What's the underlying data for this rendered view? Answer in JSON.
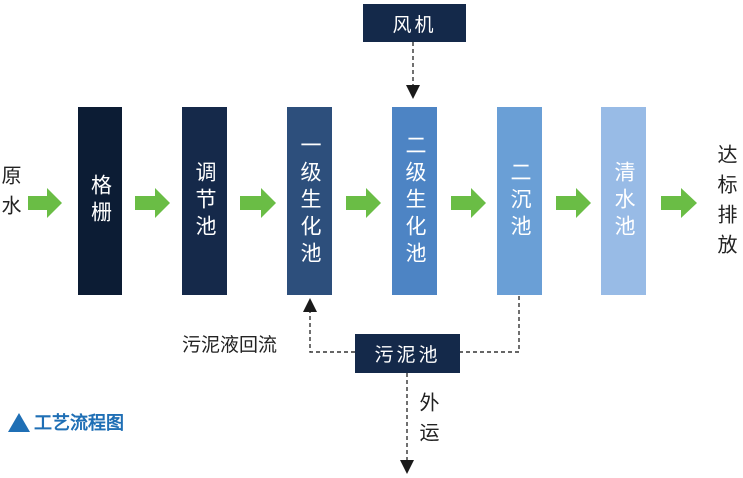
{
  "diagram": {
    "legend": "工艺流程图",
    "source": "原水",
    "discharge": "达标排放",
    "stages": [
      {
        "label": "格栅",
        "color": "#0c1c34"
      },
      {
        "label": "调节池",
        "color": "#15294a"
      },
      {
        "label": "一级生化池",
        "color": "#2d4f7c"
      },
      {
        "label": "二级生化池",
        "color": "#4d84c4"
      },
      {
        "label": "二沉池",
        "color": "#6a9fd6"
      },
      {
        "label": "清水池",
        "color": "#98bbe6"
      }
    ],
    "blower": "风机",
    "sludge_tank": "污泥池",
    "sludge_return": "污泥液回流",
    "sludge_out": "外运",
    "colors": {
      "dark_box": "#14294a",
      "flow_arrow": "#6abd45",
      "dashed_line": "#333333",
      "legend": "#1f6fb5"
    }
  }
}
